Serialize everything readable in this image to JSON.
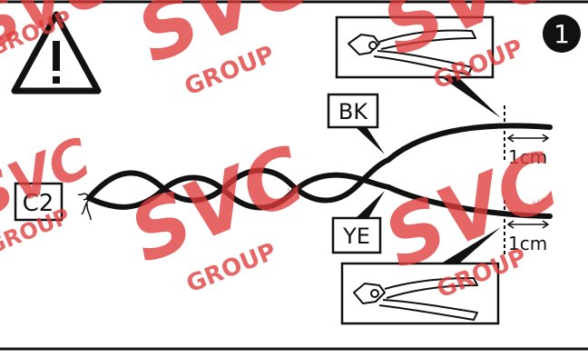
{
  "labels": {
    "connector": "C2",
    "wire_black": "BK",
    "wire_yellow": "YE",
    "strip_top": "1cm",
    "strip_bottom": "1cm",
    "step_number": "1"
  },
  "watermark": {
    "brand": "SVC",
    "group": "GROUP",
    "suffix": "s.r.o."
  },
  "icons": {
    "warning": "warning-triangle-icon",
    "cutter": "wire-cutter-pliers-icon"
  },
  "colors": {
    "ink": "#111111",
    "watermark": "#e03a3a"
  }
}
